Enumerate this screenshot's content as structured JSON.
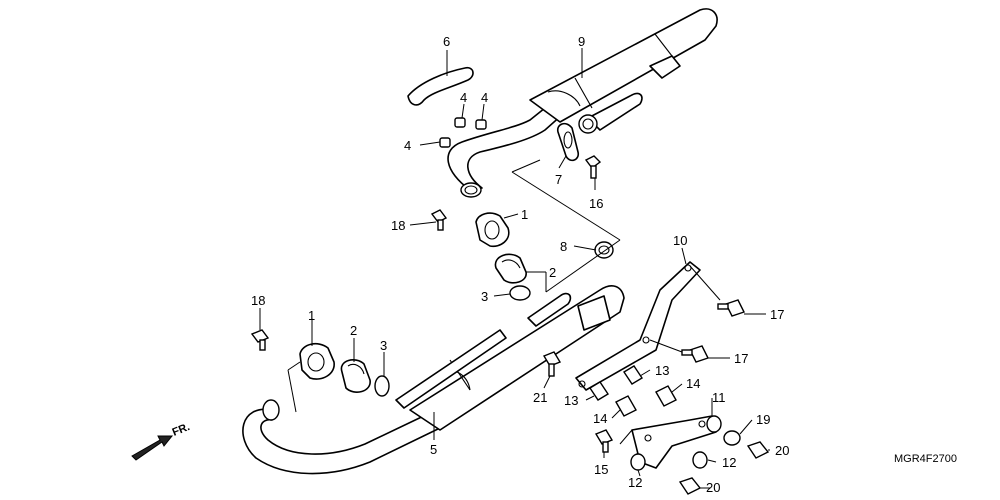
{
  "diagram": {
    "code": "MGR4F2700",
    "direction_label": "FR.",
    "callouts": {
      "c6": "6",
      "c9": "9",
      "c4a": "4",
      "c4b": "4",
      "c4c": "4",
      "c7": "7",
      "c16": "16",
      "c18a": "18",
      "c1a": "1",
      "c8": "8",
      "c2a": "2",
      "c3a": "3",
      "c10": "10",
      "c17a": "17",
      "c17b": "17",
      "c18b": "18",
      "c1b": "1",
      "c2b": "2",
      "c3b": "3",
      "c5": "5",
      "c21": "21",
      "c13a": "13",
      "c13b": "13",
      "c14a": "14",
      "c14b": "14",
      "c11": "11",
      "c19": "19",
      "c15": "15",
      "c12a": "12",
      "c12b": "12",
      "c20a": "20",
      "c20b": "20"
    }
  }
}
